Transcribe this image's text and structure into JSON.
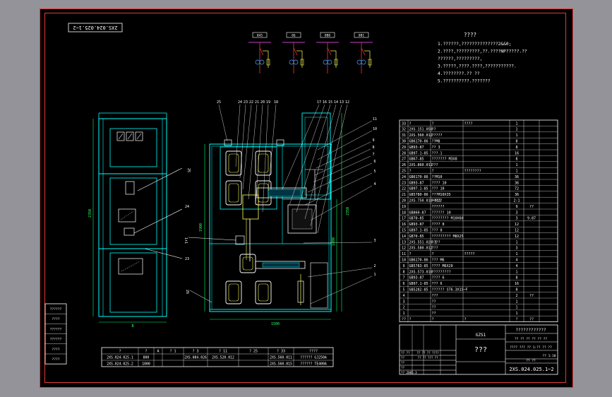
{
  "title_stamp": "2XS.024.025.1~2",
  "single_line": {
    "labels": [
      "045",
      "0§",
      "0B0",
      "0B1"
    ]
  },
  "notes": {
    "title": "????",
    "lines": [
      "1.??????,??????????????2&&0;",
      "2.????,?????????,??.????NP?????.??",
      "  ??????,?????????,",
      "3.?????,????.????,???????????.",
      "4.????????.?? ??",
      "5.??????????.???????"
    ]
  },
  "front_view": {
    "dims": {
      "height": "2350",
      "width": "B"
    },
    "callouts": [
      "25",
      "24",
      "23"
    ]
  },
  "section_view": {
    "top_callouts": [
      "25",
      "24",
      "23",
      "22",
      "21",
      "20",
      "19",
      "18",
      "17",
      "16",
      "15",
      "14",
      "13",
      "12"
    ],
    "right_callouts": [
      "11",
      "10",
      "9",
      "8",
      "7",
      "6",
      "5",
      "4",
      "3",
      "2",
      "1"
    ],
    "left_callouts": [
      "1+1",
      "26"
    ],
    "dims": {
      "width": "1500",
      "left_height": "1900",
      "right_height_a": "2350",
      "right_height_b": "1800"
    }
  },
  "parts_list": {
    "rows": [
      [
        "33",
        "?",
        "?",
        "????",
        "1",
        "",
        ""
      ],
      [
        "32",
        "2XS.151.050",
        "??",
        "",
        "1",
        "",
        ""
      ],
      [
        "31",
        "2XS.560.012",
        "?????",
        "",
        "1",
        "",
        ""
      ],
      [
        "30",
        "GB6170-86",
        "??M8",
        "",
        "8",
        "",
        ""
      ],
      [
        "29",
        "GB93-87",
        "?? 3",
        "",
        "8",
        "",
        ""
      ],
      [
        "28",
        "GB97.1-85",
        "???.1",
        "",
        "16",
        "",
        ""
      ],
      [
        "27",
        "GB67-85",
        "??????? M3X8",
        "",
        "8",
        "",
        ""
      ],
      [
        "26",
        "2XS.860.011",
        "???",
        "",
        "1",
        "",
        ""
      ],
      [
        "25",
        "?",
        "?",
        "????????",
        "1",
        "",
        ""
      ],
      [
        "24",
        "GB6170-86",
        "??M10",
        "",
        "36",
        "",
        ""
      ],
      [
        "23",
        "GB93-87",
        "???? 10",
        "",
        "36",
        "",
        ""
      ],
      [
        "22",
        "GB97.1-85",
        "??? 10",
        "",
        "72",
        "",
        ""
      ],
      [
        "21",
        "GB5780-86",
        "???M10X35",
        "",
        "36",
        "",
        ""
      ],
      [
        "20",
        "2XS.750.010~011",
        "?????",
        "",
        "2:1",
        "",
        ""
      ],
      [
        "19",
        "",
        "??????",
        "",
        "9",
        "??",
        ""
      ],
      [
        "18",
        "GB860-87",
        "?????? 10",
        "",
        "3",
        "",
        ""
      ],
      [
        "17",
        "GB70-85",
        "???????? M10X60",
        "",
        "3",
        "9.87",
        ""
      ],
      [
        "16",
        "GB93-87",
        "???? 8",
        "",
        "12",
        "",
        ""
      ],
      [
        "15",
        "GB97.1-85",
        "??? 8",
        "",
        "12",
        "",
        ""
      ],
      [
        "14",
        "GB70-85",
        "????????? M8X25",
        "",
        "12",
        "",
        ""
      ],
      [
        "13",
        "2XS.551.020.1",
        "????",
        "",
        "1",
        "",
        ""
      ],
      [
        "12",
        "2XS.580.012",
        "???",
        "",
        "3",
        "",
        ""
      ],
      [
        "11",
        "?",
        "?",
        "?????",
        "1",
        "",
        ""
      ],
      [
        "10",
        "GB6170-86",
        "??? M6",
        "",
        "4",
        "",
        ""
      ],
      [
        "9",
        "GB5783-85",
        "???? M6X20",
        "",
        "4",
        "",
        ""
      ],
      [
        "8",
        "2XS.573.010",
        "?????????",
        "",
        "1",
        "",
        ""
      ],
      [
        "7",
        "GB93-87",
        "???? 6",
        "",
        "8",
        "",
        ""
      ],
      [
        "6",
        "GB97.1-85",
        "??? 6",
        "",
        "16",
        "",
        ""
      ],
      [
        "5",
        "GB5282-85",
        "?????? ST6.3X15~F",
        "",
        "8",
        "",
        ""
      ],
      [
        "4",
        "",
        "???",
        "",
        "2",
        "??",
        ""
      ],
      [
        "3",
        "",
        "??",
        "",
        "1",
        "",
        ""
      ],
      [
        "2",
        "",
        "??",
        "",
        "1",
        "",
        ""
      ],
      [
        "1",
        "",
        "??",
        "",
        "1",
        "",
        ""
      ],
      [
        "??",
        "?",
        "?",
        "?",
        "?",
        "??",
        ""
      ]
    ]
  },
  "title_block": {
    "code": "GZS1",
    "name": "???",
    "drawing_no": "2XS.024.025.1~2",
    "company_top": "????????????",
    "row_a": "?? ?? ?? ?? ?? ??",
    "row_b": "???? ??? ?? 1:?? ?? ??",
    "row_c": "?? 1:10",
    "row_d": "?? ??",
    "rev_a": "?? ?? ?? ????",
    "rev_b": "?? ?? ??? ??",
    "sign_rows": [
      "?? ??",
      "??",
      "??",
      "??",
      "?? 2005.3"
    ]
  },
  "variant_table": {
    "header": [
      "?",
      "?",
      "A",
      "? 1",
      "? 3",
      "? 11",
      "? 25",
      "? 33",
      "????"
    ],
    "rows": [
      [
        "2XS.024.025.1",
        "800",
        "",
        "2XS.084.026",
        "2XS.520.012",
        "",
        "2XS.560.011",
        "?????? GJ250A"
      ],
      [
        "2XS.024.025.2",
        "1000",
        "",
        "",
        "",
        "",
        "2XS.560.015",
        "?????? TE400A"
      ]
    ]
  },
  "side_stamp": [
    "??????",
    "????",
    "??????",
    "??????",
    "????",
    "????"
  ],
  "colors": {
    "bg": "#000000",
    "frame": "#e33a3a",
    "cyan": "#00ffff",
    "white": "#ffffff",
    "blue": "#4aa8ff",
    "yellow": "#ffff55",
    "magenta": "#ff55ff",
    "green": "#33ff66"
  }
}
